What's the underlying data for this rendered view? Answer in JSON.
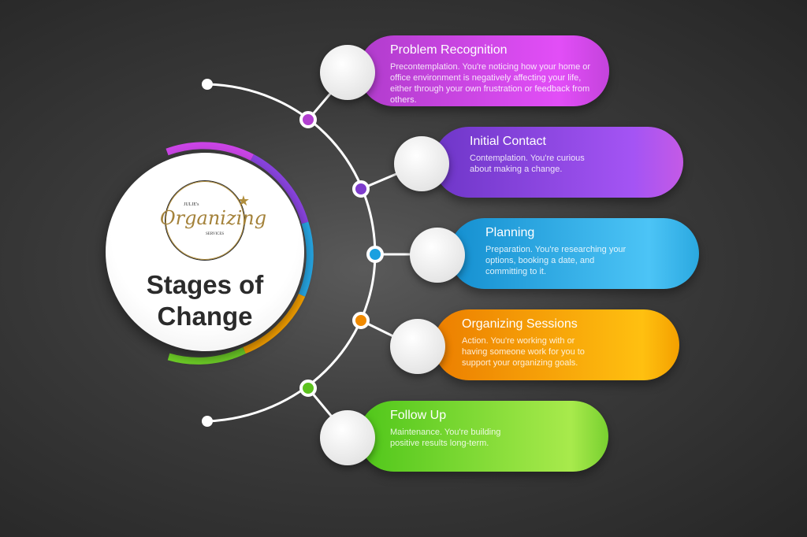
{
  "center": {
    "title_line1": "Stages of",
    "title_line2": "Change",
    "logo": {
      "top": "JULIE's",
      "main": "Organizing",
      "bottom": "SERVICES"
    }
  },
  "stages": [
    {
      "title": "Problem Recognition",
      "desc": "Precontemplation. You're noticing how your home or office environment is negatively affecting your life, either through your own frustration or feedback from others.",
      "color": "#d548ee"
    },
    {
      "title": "Initial Contact",
      "desc": "Contemplation. You're curious about making a change.",
      "color": "#8f48e6"
    },
    {
      "title": "Planning",
      "desc": "Preparation. You're researching your options, booking a date, and committing to it.",
      "color": "#2bb0ea"
    },
    {
      "title": "Organizing Sessions",
      "desc": "Action. You're working with or having someone work for you to support your organizing goals.",
      "color": "#f7a500"
    },
    {
      "title": "Follow Up",
      "desc": "Maintenance. You're building positive results long-term.",
      "color": "#7fd82f"
    }
  ]
}
